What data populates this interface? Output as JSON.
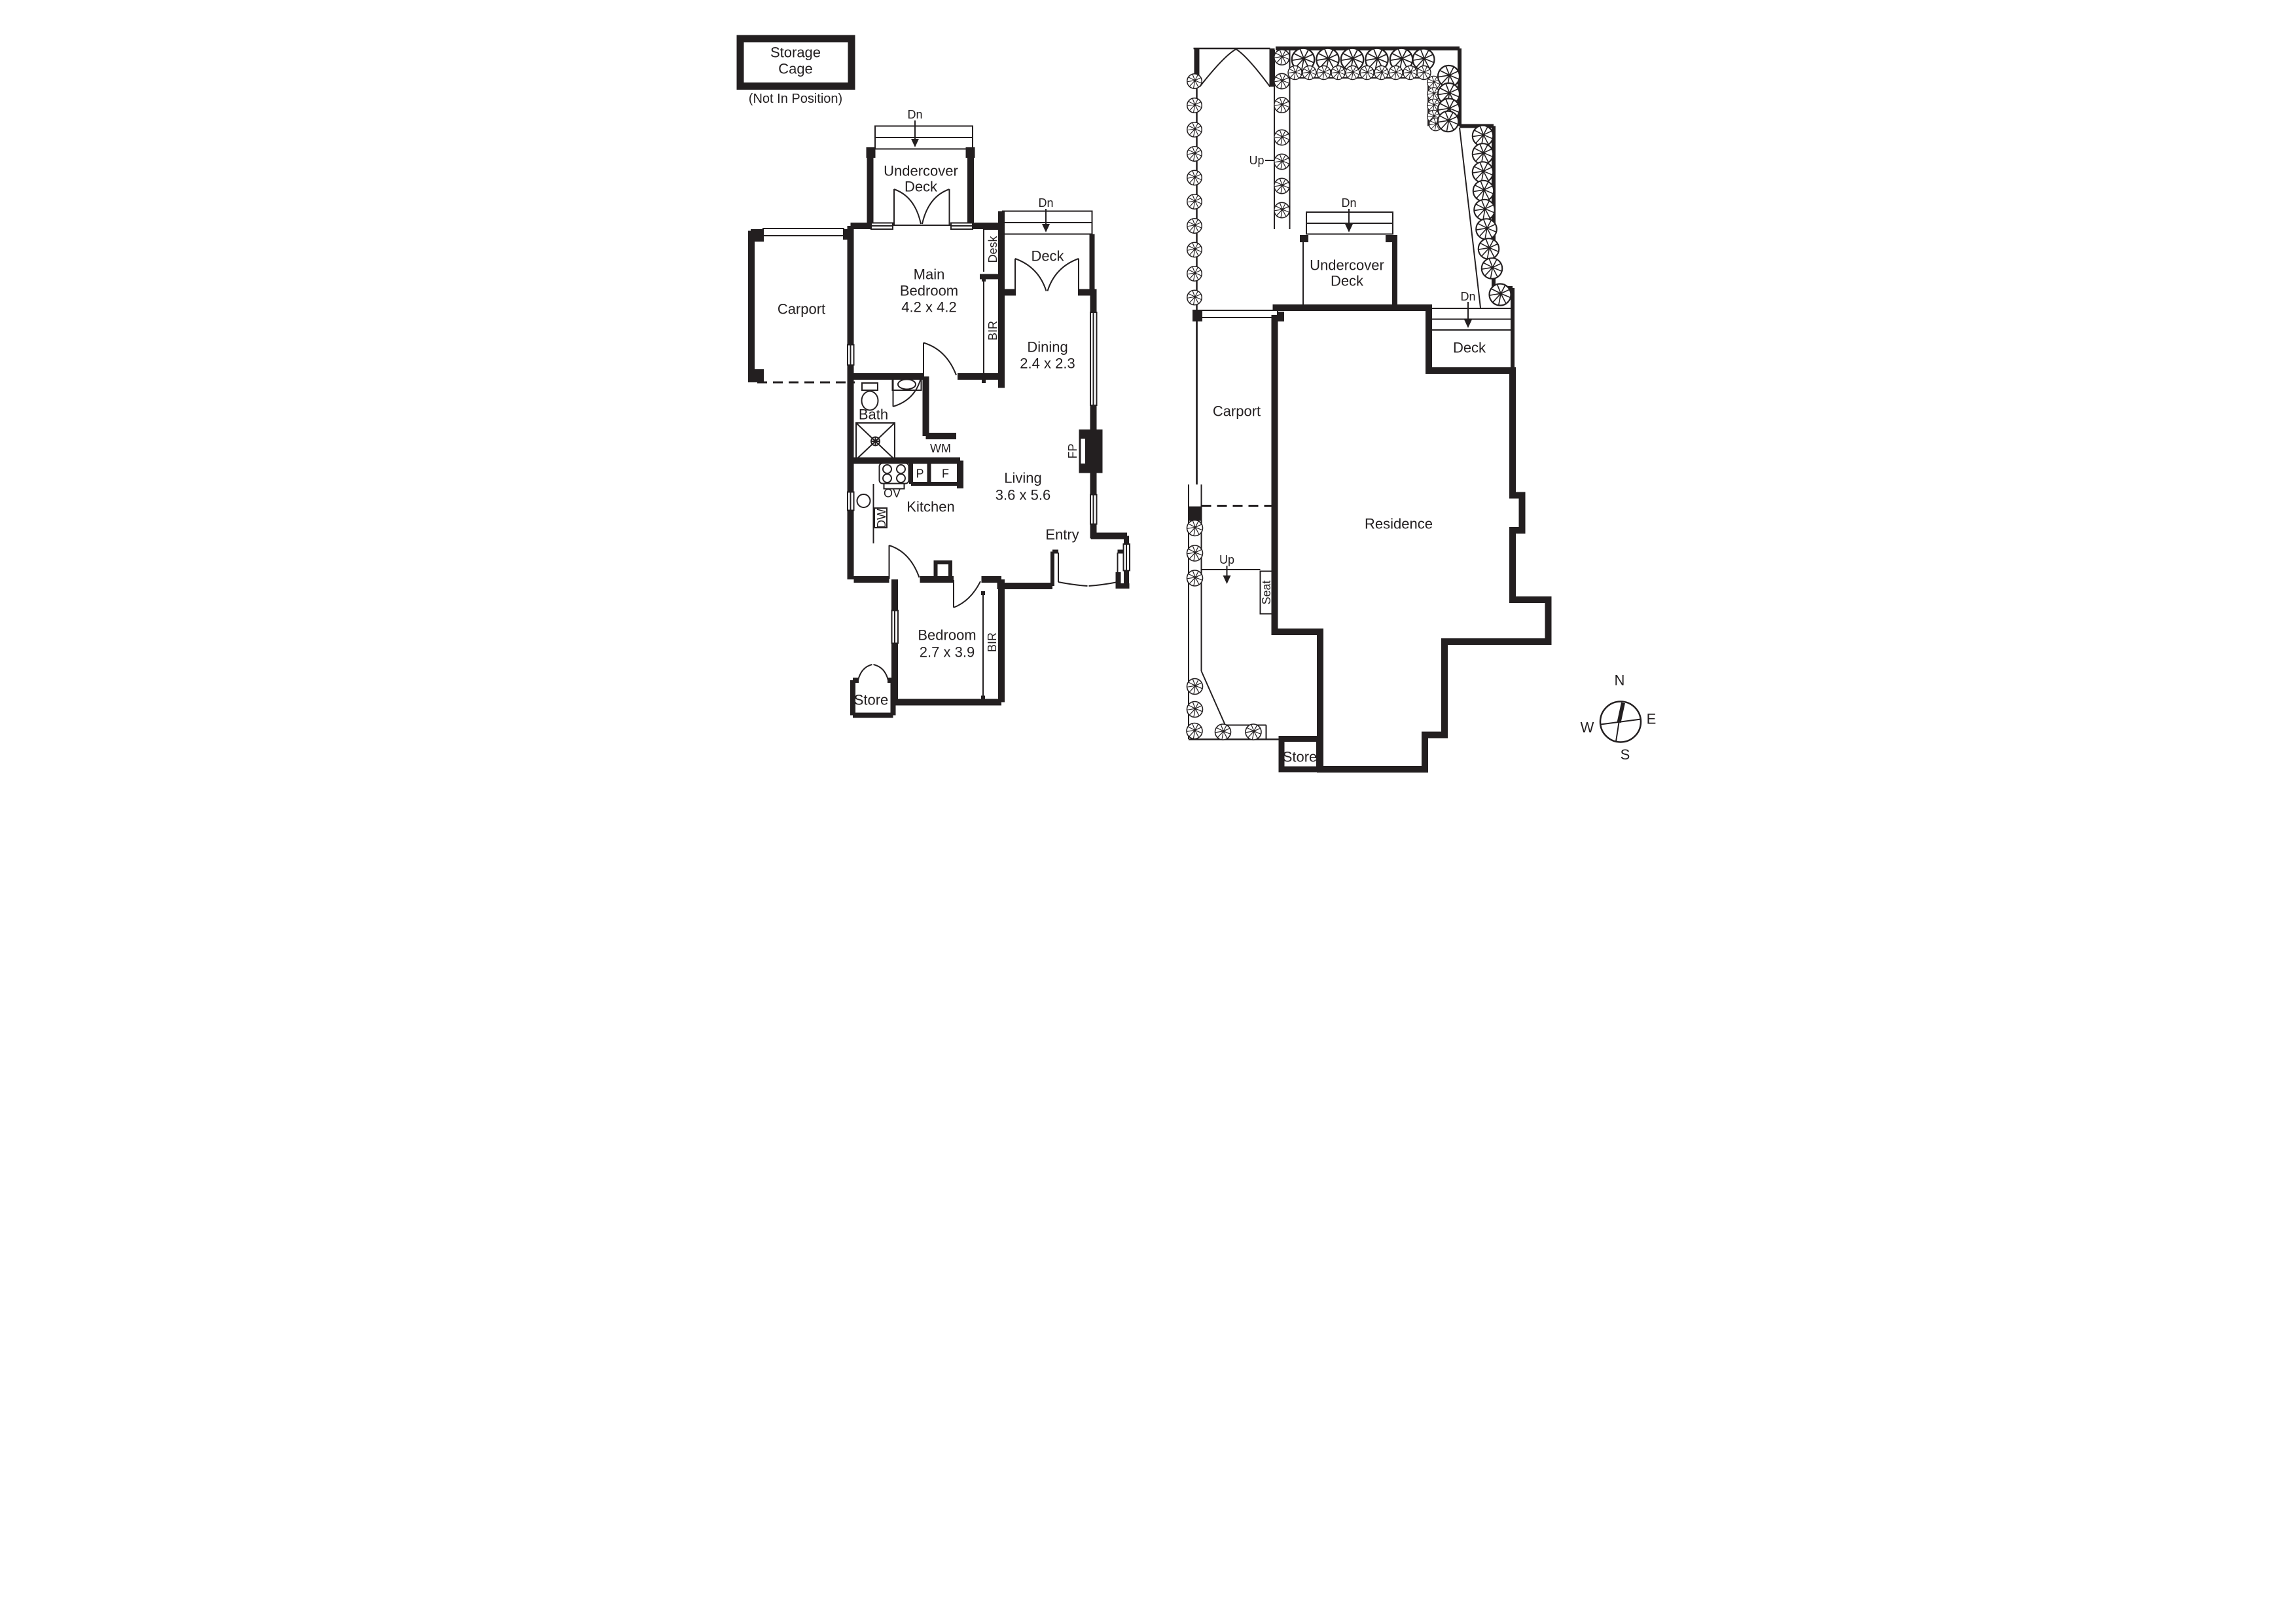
{
  "storage_cage": {
    "line1": "Storage",
    "line2": "Cage",
    "note": "(Not In Position)"
  },
  "labels": {
    "dn": "Dn",
    "up": "Up",
    "deck": "Deck",
    "carport": "Carport",
    "store": "Store",
    "undercover_line1": "Undercover",
    "undercover_line2": "Deck",
    "bir": "BIR",
    "desk": "Desk",
    "bath": "Bath",
    "wm": "WM",
    "pantry": "P",
    "fridge": "F",
    "oven": "OV",
    "dishwasher": "DW",
    "kitchen": "Kitchen",
    "fireplace": "FP",
    "entry": "Entry",
    "seat": "Seat",
    "residence": "Residence"
  },
  "rooms": {
    "main_bedroom": {
      "name_line1": "Main",
      "name_line2": "Bedroom",
      "dims": "4.2 x 4.2"
    },
    "dining": {
      "name": "Dining",
      "dims": "2.4 x 2.3"
    },
    "living": {
      "name": "Living",
      "dims": "3.6 x 5.6"
    },
    "bedroom": {
      "name": "Bedroom",
      "dims": "2.7 x 3.9"
    }
  },
  "compass": {
    "n": "N",
    "e": "E",
    "s": "S",
    "w": "W"
  },
  "colors": {
    "ink": "#231f20",
    "paper": "#ffffff"
  }
}
